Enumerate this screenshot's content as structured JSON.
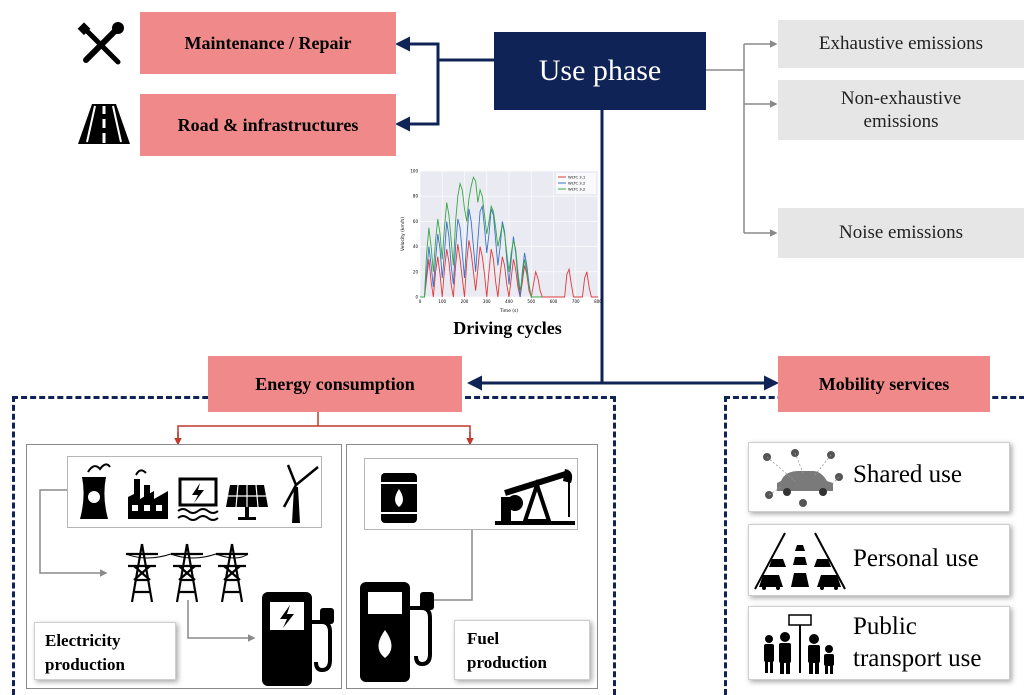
{
  "use_phase": {
    "title": "Use phase",
    "left_items": [
      {
        "label": "Maintenance / Repair",
        "icon": "wrench-screwdriver-icon"
      },
      {
        "label": "Road & infrastructures",
        "icon": "road-icon"
      }
    ],
    "emissions": [
      "Exhaustive emissions",
      "Non-exhaustive\nemissions",
      "Noise emissions"
    ]
  },
  "driving_cycles": {
    "label": "Driving cycles",
    "chart_data": {
      "type": "line",
      "title": "",
      "xlabel": "Time (s)",
      "ylabel": "Velocity (km/h)",
      "xlim": [
        0,
        800
      ],
      "ylim": [
        0,
        100
      ],
      "x_ticks": [
        "0",
        "100",
        "200",
        "300",
        "400",
        "500",
        "600",
        "700",
        "800"
      ],
      "y_ticks": [
        "0",
        "20",
        "40",
        "60",
        "80",
        "100"
      ],
      "legend_position": "top-right",
      "series": [
        {
          "name": "WLTC 3.1",
          "color": "#e03a3a",
          "x": [
            0,
            20,
            30,
            40,
            50,
            60,
            70,
            80,
            90,
            100,
            110,
            120,
            130,
            140,
            150,
            160,
            170,
            180,
            190,
            200,
            210,
            220,
            230,
            240,
            250,
            260,
            270,
            280,
            290,
            300,
            310,
            320,
            330,
            340,
            350,
            360,
            370,
            380,
            390,
            400,
            410,
            420,
            430,
            440,
            450,
            460,
            470,
            480,
            490,
            500,
            510,
            520,
            530,
            540,
            550,
            560,
            570,
            580,
            590,
            600,
            610,
            620,
            630,
            640,
            650,
            660,
            670,
            680,
            690,
            700,
            710,
            720,
            730,
            740,
            750,
            760,
            770,
            780,
            790,
            800
          ],
          "y": [
            0,
            0,
            15,
            30,
            12,
            0,
            20,
            32,
            18,
            0,
            22,
            38,
            28,
            10,
            0,
            25,
            42,
            30,
            15,
            0,
            28,
            45,
            35,
            20,
            5,
            22,
            40,
            32,
            18,
            0,
            20,
            38,
            30,
            12,
            0,
            18,
            32,
            25,
            10,
            0,
            15,
            30,
            22,
            8,
            0,
            12,
            25,
            18,
            5,
            0,
            10,
            20,
            15,
            5,
            0,
            0,
            0,
            0,
            0,
            0,
            0,
            0,
            0,
            0,
            0,
            18,
            22,
            10,
            0,
            0,
            0,
            0,
            0,
            15,
            20,
            8,
            0,
            0,
            0,
            0
          ]
        },
        {
          "name": "WLTC 3.2",
          "color": "#3a72c8",
          "x": [
            0,
            20,
            30,
            40,
            50,
            60,
            70,
            80,
            90,
            100,
            110,
            120,
            130,
            140,
            150,
            160,
            170,
            180,
            190,
            200,
            210,
            220,
            230,
            240,
            250,
            260,
            270,
            280,
            290,
            300,
            310,
            320,
            330,
            340,
            350,
            360,
            370,
            380,
            390,
            400,
            410,
            420,
            430,
            440,
            450,
            460,
            470,
            480,
            490,
            500,
            510,
            520,
            530,
            540,
            550
          ],
          "y": [
            0,
            0,
            20,
            40,
            25,
            8,
            30,
            50,
            38,
            15,
            35,
            60,
            48,
            25,
            10,
            40,
            62,
            55,
            35,
            15,
            45,
            70,
            60,
            40,
            20,
            45,
            68,
            72,
            55,
            35,
            50,
            70,
            65,
            45,
            25,
            40,
            60,
            52,
            30,
            10,
            30,
            48,
            35,
            15,
            0,
            20,
            35,
            25,
            10,
            0,
            0,
            0,
            0,
            0,
            0
          ]
        },
        {
          "name": "WLTC 3.2",
          "color": "#3aa845",
          "x": [
            0,
            20,
            30,
            40,
            50,
            60,
            70,
            80,
            90,
            100,
            110,
            120,
            130,
            140,
            150,
            160,
            170,
            180,
            190,
            200,
            210,
            220,
            230,
            240,
            250,
            260,
            270,
            280,
            290,
            300,
            310,
            320,
            330,
            340,
            350,
            360,
            370,
            380,
            390,
            400,
            410,
            420,
            430,
            440,
            450,
            460,
            470,
            480,
            490,
            500,
            510,
            520,
            530,
            540,
            550
          ],
          "y": [
            0,
            0,
            35,
            55,
            40,
            20,
            45,
            62,
            50,
            30,
            55,
            75,
            65,
            45,
            25,
            60,
            80,
            90,
            85,
            70,
            60,
            78,
            88,
            95,
            92,
            75,
            85,
            80,
            65,
            50,
            60,
            72,
            68,
            55,
            40,
            48,
            58,
            50,
            35,
            20,
            35,
            45,
            38,
            20,
            5,
            15,
            30,
            20,
            8,
            0,
            0,
            0,
            0,
            0,
            0
          ]
        }
      ]
    }
  },
  "energy": {
    "title": "Energy consumption",
    "electricity_label": "Electricity\nproduction",
    "fuel_label": "Fuel\nproduction"
  },
  "mobility": {
    "title": "Mobility services",
    "items": [
      "Shared use",
      "Personal use",
      "Public\ntransport use"
    ]
  },
  "colors": {
    "navy": "#0f2356",
    "pink": "#f08a8a",
    "gray_box": "#e6e6e6",
    "red_arrow": "#c0392b"
  }
}
